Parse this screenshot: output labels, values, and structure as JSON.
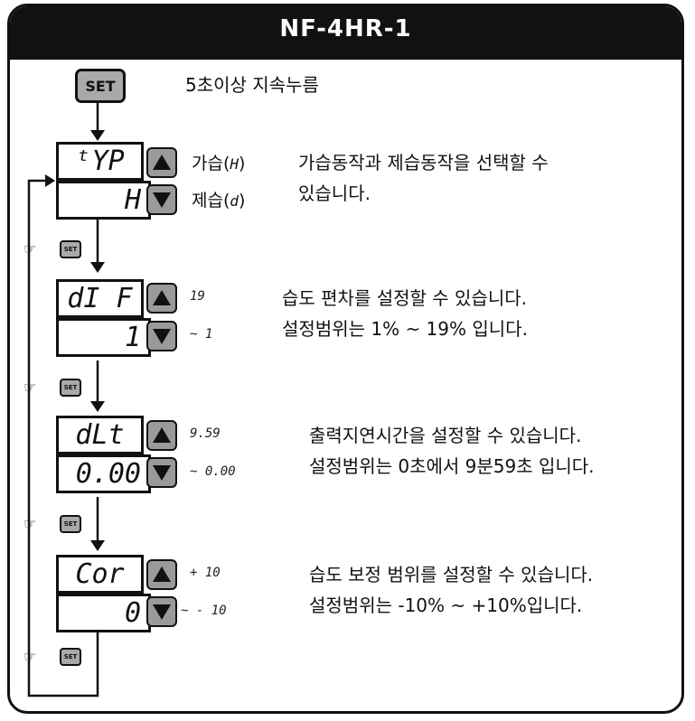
{
  "title": "NF-4HR-1",
  "set_label": "SET",
  "intro": "5초이상 지속누름",
  "steps": [
    {
      "lcd_top": "ᵗYP",
      "lcd_bottom": "H",
      "up_text": "가습(",
      "up_mode": "H",
      "up_tail": ")",
      "down_text": "제습(",
      "down_mode": "d",
      "down_tail": ")",
      "desc_1": "가습동작과 제습동작을 선택할 수",
      "desc_2": "있습니다."
    },
    {
      "lcd_top": "dI F",
      "lcd_bottom": "1",
      "up_range": "19",
      "down_range": "~ 1",
      "desc_1": "습도 편차를 설정할 수 있습니다.",
      "desc_2": "설정범위는 1% ~ 19% 입니다."
    },
    {
      "lcd_top": "dLt",
      "lcd_bottom": "0.00",
      "up_range": "9.59",
      "down_range": "~ 0.00",
      "desc_1": "출력지연시간을 설정할 수 있습니다.",
      "desc_2": "설정범위는 0초에서 9분59초 입니다."
    },
    {
      "lcd_top": "Cor",
      "lcd_bottom": "0",
      "up_range": "+ 10",
      "down_range": "~ - 10",
      "desc_1": "습도 보정 범위를 설정할 수 있습니다.",
      "desc_2": "설정범위는 -10% ~ +10%입니다."
    }
  ],
  "hand_icon": "☞"
}
